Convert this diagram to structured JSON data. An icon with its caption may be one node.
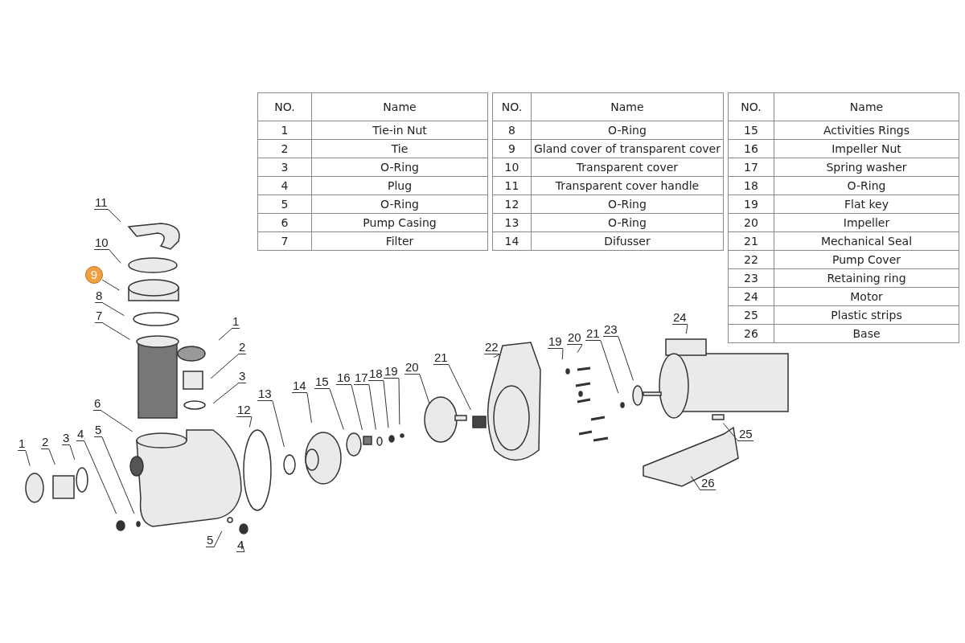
{
  "diagram": {
    "nodes": [
      {
        "text": [
          "11"
        ]
      },
      {
        "text": [
          "10"
        ]
      },
      {
        "text": [
          "9"
        ]
      },
      {
        "text": [
          "8"
        ]
      },
      {
        "text": [
          "7"
        ]
      },
      {
        "text": [
          "1"
        ]
      },
      {
        "text": [
          "2"
        ]
      },
      {
        "text": [
          "3"
        ]
      },
      {
        "text": [
          "6"
        ]
      },
      {
        "text": [
          "12"
        ]
      },
      {
        "text": [
          "13"
        ]
      },
      {
        "text": [
          "14"
        ]
      },
      {
        "text": [
          "15"
        ]
      },
      {
        "text": [
          "16"
        ]
      },
      {
        "text": [
          "17"
        ]
      },
      {
        "text": [
          "18"
        ]
      },
      {
        "text": [
          "19"
        ]
      },
      {
        "text": [
          "20"
        ]
      },
      {
        "text": [
          "21"
        ]
      },
      {
        "text": [
          "22"
        ]
      },
      {
        "text": [
          "19"
        ]
      },
      {
        "text": [
          "20"
        ]
      },
      {
        "text": [
          "21"
        ]
      },
      {
        "text": [
          "23"
        ]
      },
      {
        "text": [
          "24"
        ]
      },
      {
        "text": [
          "25"
        ]
      },
      {
        "text": [
          "26"
        ]
      },
      {
        "text": [
          "1"
        ]
      },
      {
        "text": [
          "2"
        ]
      },
      {
        "text": [
          "3"
        ]
      },
      {
        "text": [
          "4"
        ]
      },
      {
        "text": [
          "5"
        ]
      },
      {
        "text": [
          "5"
        ]
      },
      {
        "text": [
          "4"
        ]
      }
    ],
    "edges": [
      {
        "from": 0,
        "to": null,
        "arrow": "none"
      },
      {
        "from": 1,
        "to": null,
        "arrow": "none"
      },
      {
        "from": 2,
        "to": null,
        "arrow": "none"
      },
      {
        "from": 3,
        "to": null,
        "arrow": "none"
      },
      {
        "from": 4,
        "to": null,
        "arrow": "none"
      },
      {
        "from": 5,
        "to": null,
        "arrow": "none"
      },
      {
        "from": 6,
        "to": null,
        "arrow": "none"
      },
      {
        "from": 7,
        "to": null,
        "arrow": "none"
      },
      {
        "from": 8,
        "to": null,
        "arrow": "none"
      },
      {
        "from": 9,
        "to": null,
        "arrow": "none"
      },
      {
        "from": 10,
        "to": null,
        "arrow": "none"
      },
      {
        "from": 11,
        "to": null,
        "arrow": "none"
      },
      {
        "from": 12,
        "to": null,
        "arrow": "none"
      },
      {
        "from": 13,
        "to": null,
        "arrow": "none"
      },
      {
        "from": 14,
        "to": null,
        "arrow": "none"
      },
      {
        "from": 15,
        "to": null,
        "arrow": "none"
      },
      {
        "from": 16,
        "to": null,
        "arrow": "none"
      },
      {
        "from": 17,
        "to": null,
        "arrow": "none"
      },
      {
        "from": 18,
        "to": null,
        "arrow": "none"
      },
      {
        "from": 19,
        "to": null,
        "arrow": "none"
      },
      {
        "from": 20,
        "to": null,
        "arrow": "none"
      },
      {
        "from": 21,
        "to": null,
        "arrow": "none"
      },
      {
        "from": 22,
        "to": null,
        "arrow": "none"
      },
      {
        "from": 23,
        "to": null,
        "arrow": "none"
      },
      {
        "from": 24,
        "to": null,
        "arrow": "none"
      },
      {
        "from": 25,
        "to": null,
        "arrow": "none"
      },
      {
        "from": 26,
        "to": null,
        "arrow": "none"
      },
      {
        "from": 27,
        "to": null,
        "arrow": "none"
      },
      {
        "from": 28,
        "to": null,
        "arrow": "none"
      },
      {
        "from": 29,
        "to": null,
        "arrow": "none"
      },
      {
        "from": 30,
        "to": null,
        "arrow": "none"
      },
      {
        "from": 31,
        "to": null,
        "arrow": "none"
      },
      {
        "from": 32,
        "to": null,
        "arrow": "none"
      },
      {
        "from": 33,
        "to": null,
        "arrow": "none"
      }
    ],
    "labels": [
      "NO.",
      "Name",
      "1",
      "Tie-in Nut",
      "2",
      "Tie",
      "3",
      "O-Ring",
      "4",
      "Plug",
      "5",
      "O-Ring",
      "6",
      "Pump Casing",
      "7",
      "Filter",
      "NO.",
      "Name",
      "8",
      "O-Ring",
      "9",
      "Gland cover of transparent cover",
      "10",
      "Transparent cover",
      "11",
      "Transparent cover handle",
      "12",
      "O-Ring",
      "13",
      "O-Ring",
      "14",
      "Difusser",
      "NO.",
      "Name",
      "15",
      "Activities Rings",
      "16",
      "Impeller Nut",
      "17",
      "Spring washer",
      "18",
      "O-Ring",
      "19",
      "Flat key",
      "20",
      "Impeller",
      "21",
      "Mechanical Seal",
      "22",
      "Pump Cover",
      "23",
      "Retaining ring",
      "24",
      "Motor",
      "25",
      "Plastic strips",
      "26",
      "Base"
    ]
  }
}
